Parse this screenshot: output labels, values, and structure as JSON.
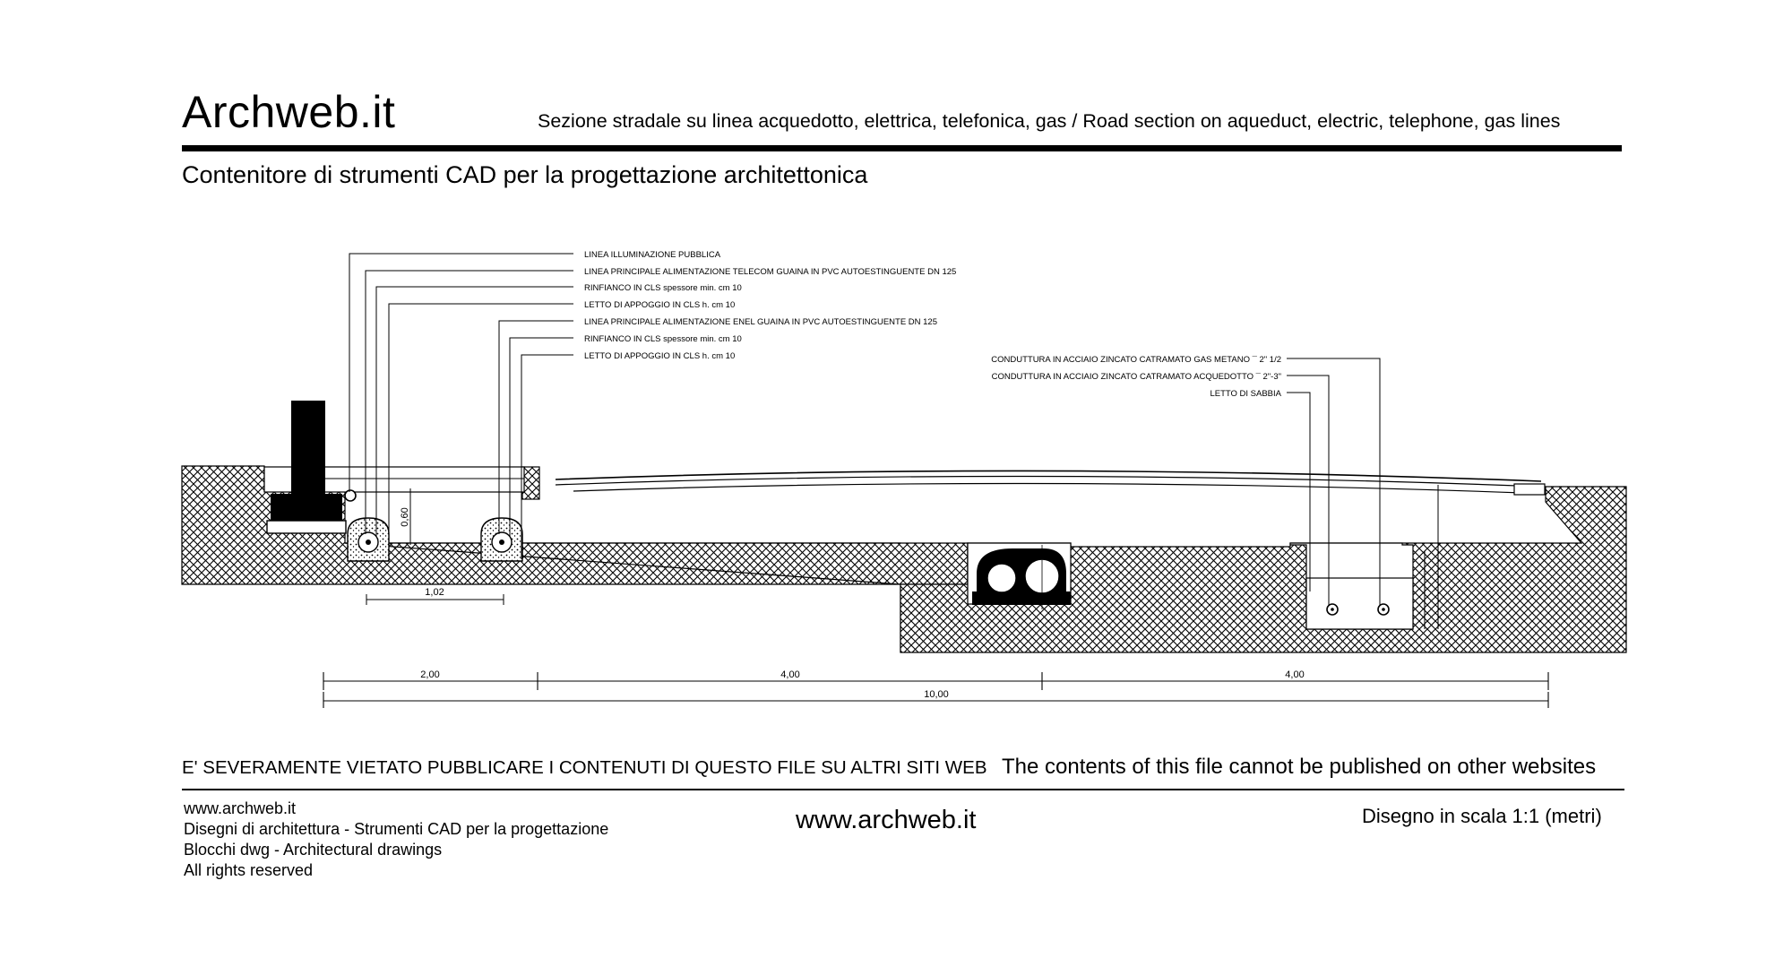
{
  "header": {
    "logo": "Archweb.it",
    "title": "Sezione stradale su linea acquedotto, elettrica, telefonica, gas  /  Road section on aqueduct, electric, telephone, gas lines",
    "subtitle": "Contenitore di strumenti CAD per la progettazione architettonica"
  },
  "drawing": {
    "notes_left": [
      "LINEA ILLUMINAZIONE PUBBLICA",
      "LINEA PRINCIPALE ALIMENTAZIONE TELECOM GUAINA  IN  PVC  AUTOESTINGUENTE DN 125",
      "RINFIANCO  IN  CLS  spessore min. cm 10",
      "LETTO DI APPOGGIO  IN CLS  h. cm 10",
      "LINEA PRINCIPALE ALIMENTAZIONE ENEL GUAINA  IN  PVC  AUTOESTINGUENTE DN 125",
      "RINFIANCO  IN  CLS  spessore min. cm 10",
      "LETTO DI APPOGGIO  IN CLS  h. cm 10"
    ],
    "notes_right": [
      "CONDUTTURA IN ACCIAIO ZINCATO CATRAMATO GAS METANO ¯  2\" 1/2",
      "CONDUTTURA IN ACCIAIO ZINCATO CATRAMATO ACQUEDOTTO ¯ 2\"-3\"",
      "LETTO  DI  SABBIA"
    ],
    "dimensions": {
      "depth": "0,60",
      "pipes_spacing": "1,02",
      "seg1": "2,00",
      "seg2": "4,00",
      "seg3": "4,00",
      "total": "10,00"
    }
  },
  "footer": {
    "warning_it": "E' SEVERAMENTE VIETATO PUBBLICARE I CONTENUTI DI QUESTO FILE SU ALTRI SITI WEB",
    "warning_en": "The contents of this file cannot be published on other websites",
    "lines": [
      "www.archweb.it",
      "Disegni di architettura - Strumenti CAD  per la progettazione",
      "Blocchi dwg - Architectural drawings",
      "All rights reserved"
    ],
    "site": "www.archweb.it",
    "scale": "Disegno in scala 1:1 (metri)"
  }
}
